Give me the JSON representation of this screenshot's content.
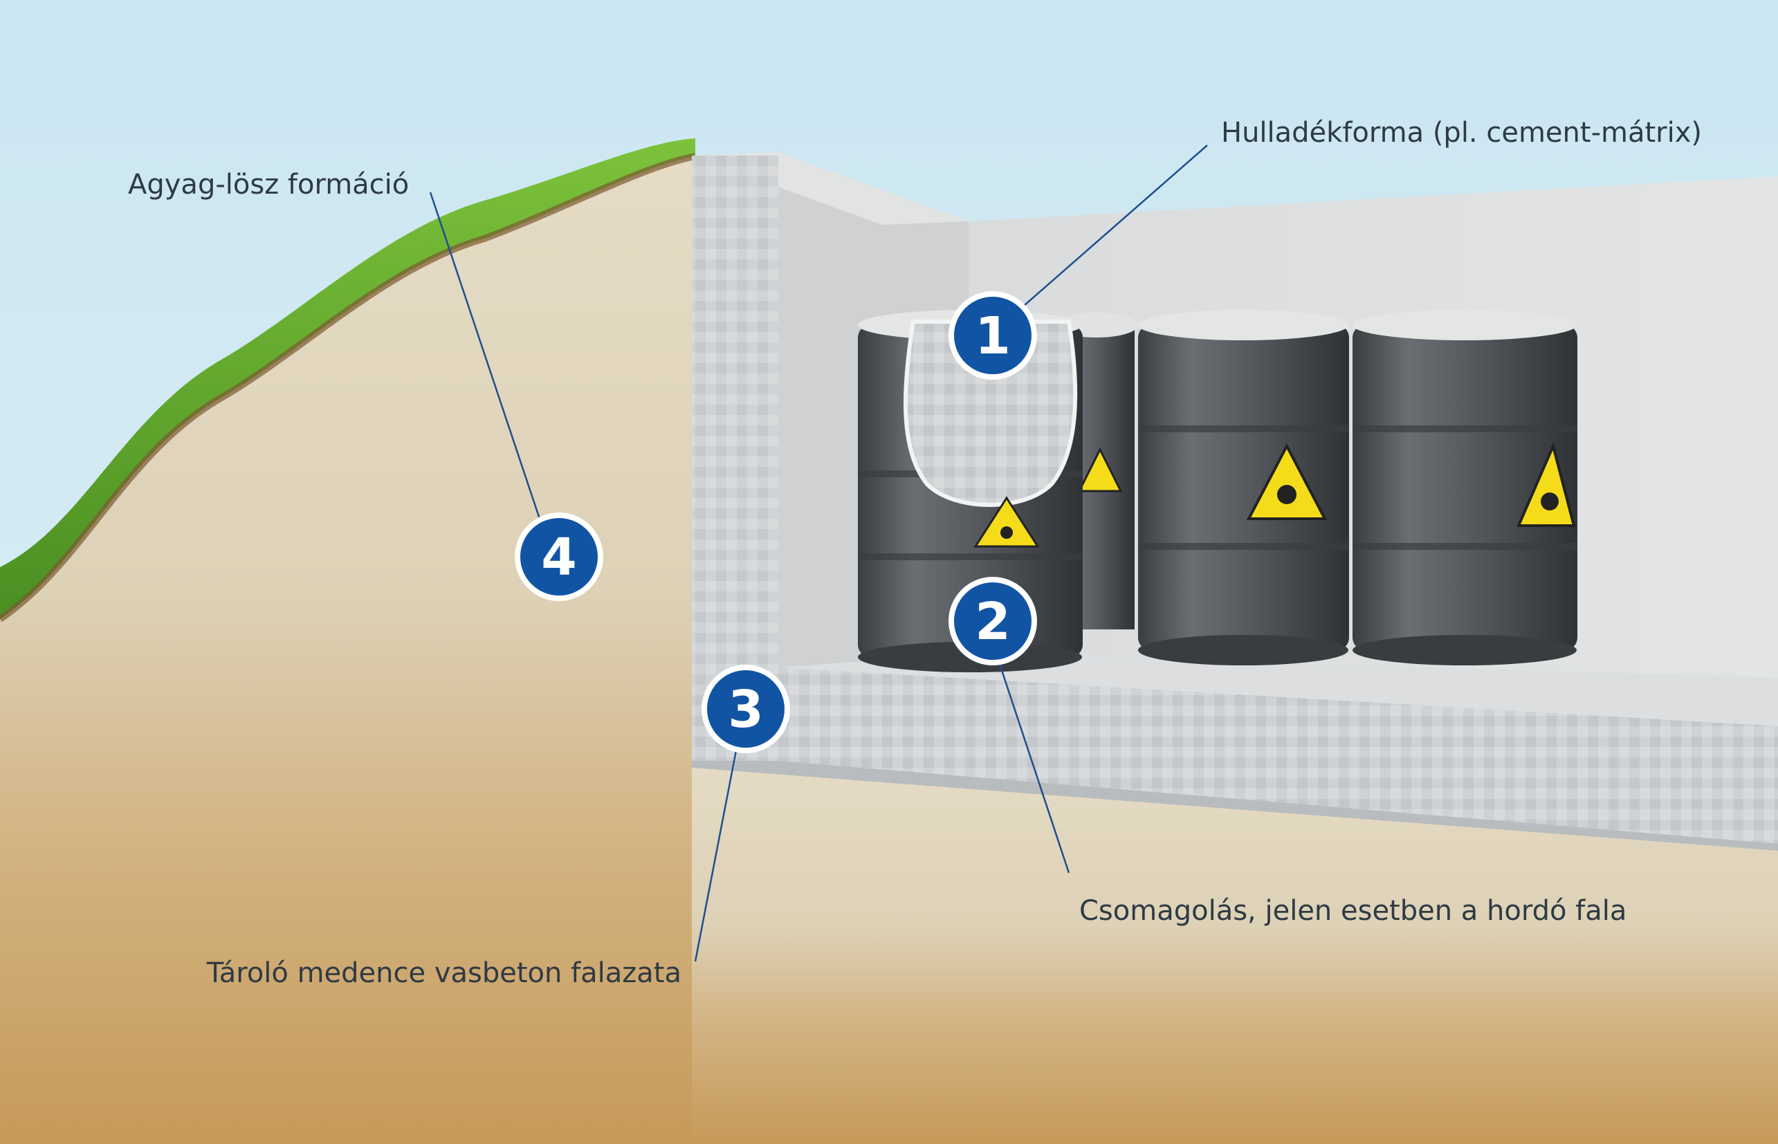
{
  "labels": {
    "waste_form": "Hulladékforma (pl. cement-mátrix)",
    "packaging": "Csomagolás, jelen esetben a hordó fala",
    "concrete_wall": "Tároló medence vasbeton falazata",
    "geology": "Agyag-lösz formáció"
  },
  "badges": {
    "b1": "1",
    "b2": "2",
    "b3": "3",
    "b4": "4"
  },
  "colors": {
    "sky": "#cfe8f2",
    "grass": "#5dab2a",
    "soil_light": "#ddd0b4",
    "soil_deep": "#c89c5a",
    "concrete": "#d4d6d7",
    "barrel": "#55595d",
    "hazard_yellow": "#f5dc1b",
    "badge_blue": "#1254a4",
    "leader_blue": "#1d4f8f"
  },
  "icons": {
    "hazard": "radiation-trefoil-icon"
  }
}
